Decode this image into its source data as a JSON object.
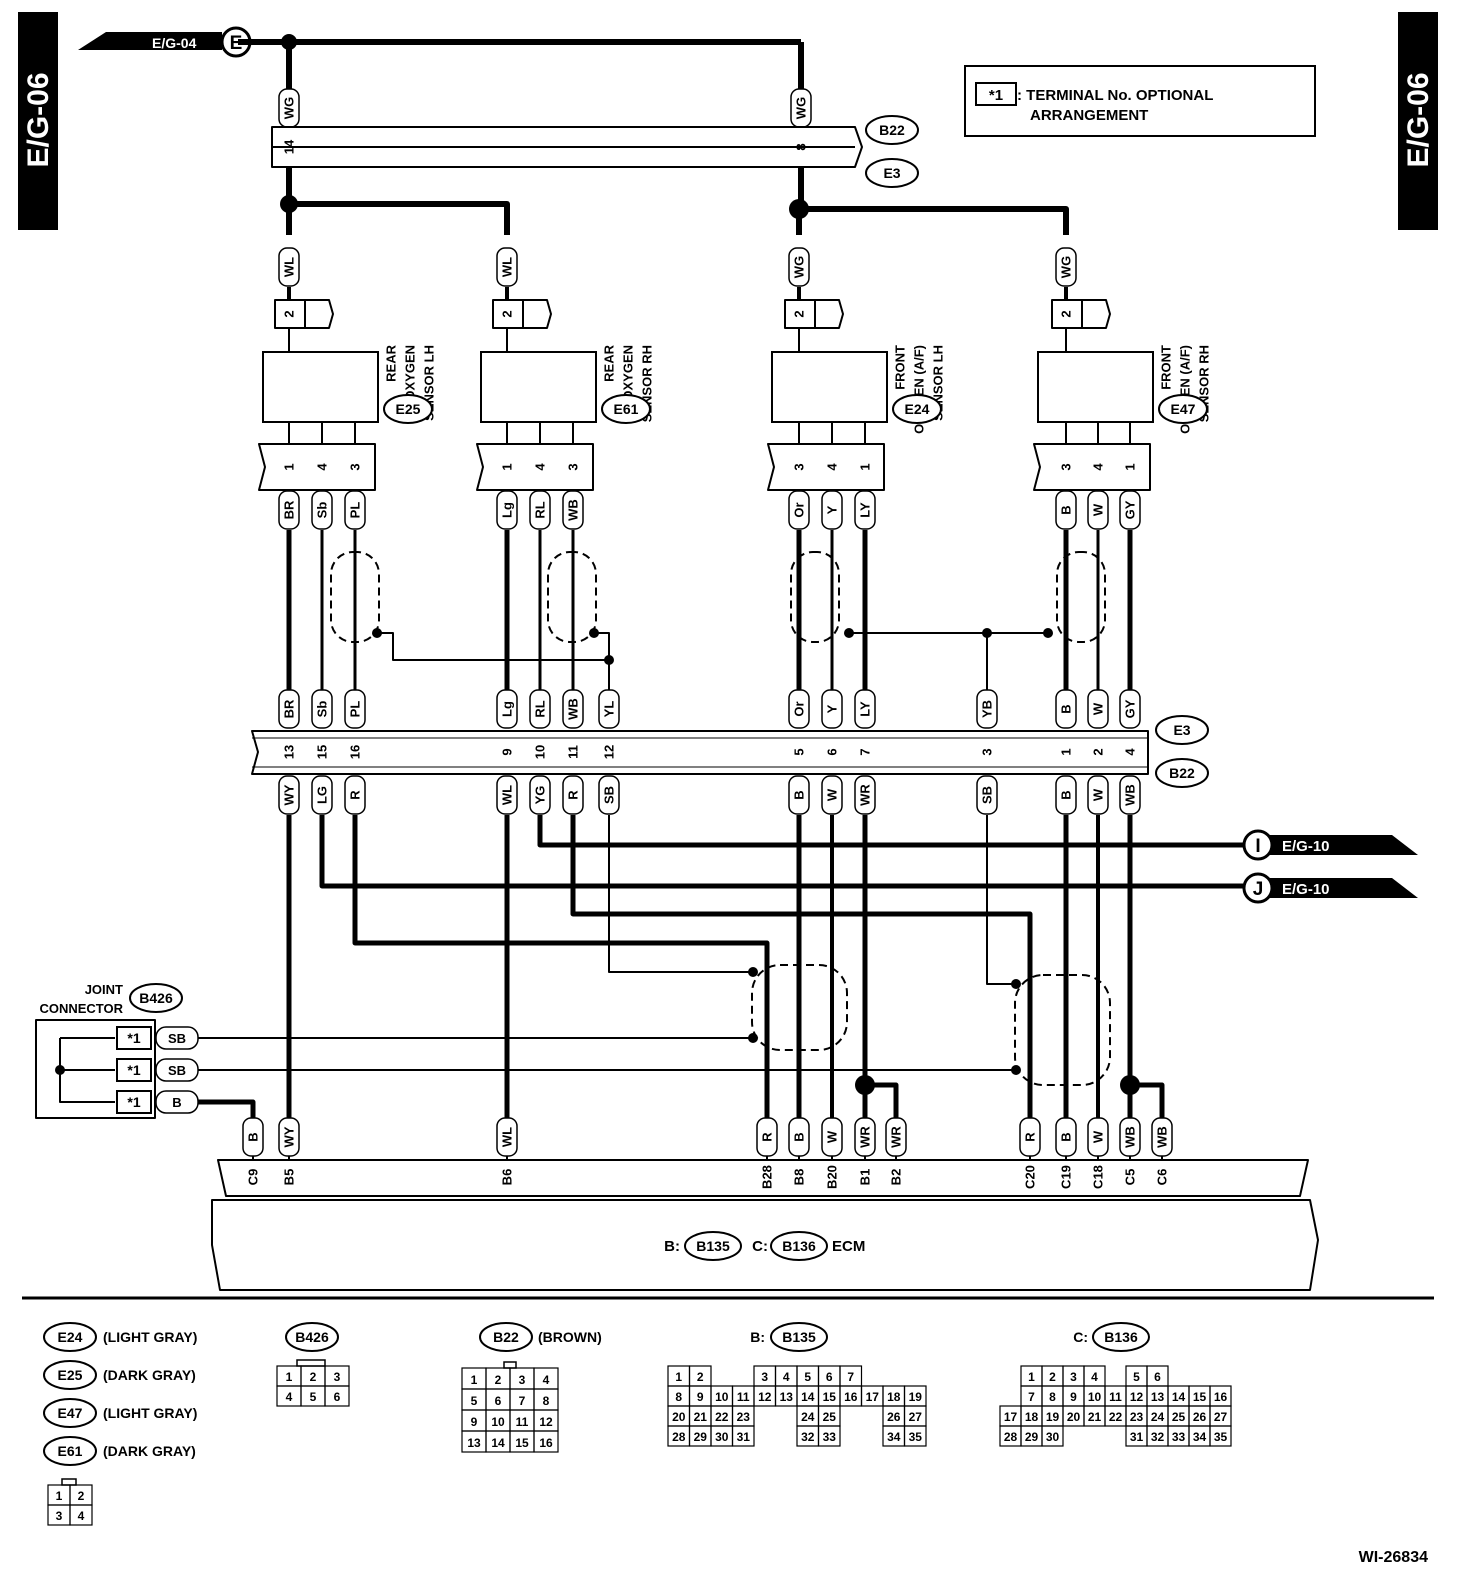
{
  "page_tag": "E/G-06",
  "ref_id": "WI-26834",
  "incoming": {
    "label": "E/G-04",
    "letter": "E"
  },
  "outgoing": [
    {
      "label": "E/G-10",
      "letter": "I"
    },
    {
      "label": "E/G-10",
      "letter": "J"
    }
  ],
  "note": {
    "mark": "*1",
    "text": ": TERMINAL No. OPTIONAL",
    "text2": "ARRANGEMENT"
  },
  "connectors": {
    "b22": "B22",
    "e3": "E3",
    "e25": "E25",
    "e61": "E61",
    "e24": "E24",
    "e47": "E47",
    "b426": "B426",
    "b135": "B135",
    "b136": "B136"
  },
  "sensors": [
    {
      "lines": [
        "REAR",
        "OXYGEN",
        "SENSOR LH"
      ]
    },
    {
      "lines": [
        "REAR",
        "OXYGEN",
        "SENSOR RH"
      ]
    },
    {
      "lines": [
        "FRONT",
        "OXYGEN (A/F)",
        "SENSOR LH"
      ]
    },
    {
      "lines": [
        "FRONT",
        "OXYGEN (A/F)",
        "SENSOR RH"
      ]
    }
  ],
  "top_wires": {
    "wg": "WG",
    "wl": "WL",
    "pin14": "14",
    "pin8": "8",
    "pin2": "2"
  },
  "sensor_pins": [
    {
      "p": [
        "1",
        "4",
        "3"
      ],
      "c": [
        "BR",
        "Sb",
        "PL"
      ]
    },
    {
      "p": [
        "1",
        "4",
        "3"
      ],
      "c": [
        "Lg",
        "RL",
        "WB"
      ]
    },
    {
      "p": [
        "3",
        "4",
        "1"
      ],
      "c": [
        "Or",
        "Y",
        "LY"
      ]
    },
    {
      "p": [
        "3",
        "4",
        "1"
      ],
      "c": [
        "B",
        "W",
        "GY"
      ]
    }
  ],
  "mid_top_colors": [
    "BR",
    "Sb",
    "PL",
    "Lg",
    "RL",
    "WB",
    "YL",
    "Or",
    "Y",
    "LY",
    "YB",
    "B",
    "W",
    "GY"
  ],
  "mid_pins": [
    "13",
    "15",
    "16",
    "9",
    "10",
    "11",
    "12",
    "5",
    "6",
    "7",
    "3",
    "1",
    "2",
    "4"
  ],
  "mid_bottom_colors": [
    "WY",
    "LG",
    "R",
    "WL",
    "YG",
    "R",
    "SB",
    "B",
    "W",
    "WR",
    "SB",
    "B",
    "W",
    "WB"
  ],
  "joint": {
    "title1": "JOINT",
    "title2": "CONNECTOR",
    "mark": "*1",
    "wires": [
      "SB",
      "SB",
      "B"
    ]
  },
  "ecm_wires": [
    "B",
    "WY",
    "WL",
    "R",
    "B",
    "W",
    "WR",
    "WR",
    "R",
    "B",
    "W",
    "WB",
    "WB"
  ],
  "ecm_pins": [
    "C9",
    "B5",
    "B6",
    "B28",
    "B8",
    "B20",
    "B1",
    "B2",
    "C20",
    "C19",
    "C18",
    "C5",
    "C6"
  ],
  "ecm": {
    "b_prefix": "B:",
    "c_prefix": "C:",
    "name": "ECM"
  },
  "legend": [
    {
      "id": "E24",
      "color": "(LIGHT GRAY)"
    },
    {
      "id": "E25",
      "color": "(DARK GRAY)"
    },
    {
      "id": "E47",
      "color": "(LIGHT GRAY)"
    },
    {
      "id": "E61",
      "color": "(DARK GRAY)"
    }
  ],
  "b22_color": "(BROWN)",
  "face_prefixes": {
    "b": "B:",
    "c": "C:"
  },
  "faces": {
    "sensor": [
      [
        "1",
        "2"
      ],
      [
        "3",
        "4"
      ]
    ],
    "b426": [
      [
        "1",
        "2",
        "3"
      ],
      [
        "4",
        "5",
        "6"
      ]
    ],
    "b22": [
      [
        "1",
        "2",
        "3",
        "4"
      ],
      [
        "5",
        "6",
        "7",
        "8"
      ],
      [
        "9",
        "10",
        "11",
        "12"
      ],
      [
        "13",
        "14",
        "15",
        "16"
      ]
    ],
    "b135": [
      [
        "1",
        "2",
        "",
        "",
        "3",
        "4",
        "5",
        "6",
        "7"
      ],
      [
        "8",
        "9",
        "10",
        "11",
        "12",
        "13",
        "14",
        "15",
        "16",
        "17",
        "18",
        "19"
      ],
      [
        "20",
        "21",
        "22",
        "23",
        "",
        "",
        "24",
        "25",
        "",
        "",
        "26",
        "27"
      ],
      [
        "28",
        "29",
        "30",
        "31",
        "",
        "",
        "32",
        "33",
        "",
        "",
        "34",
        "35"
      ]
    ],
    "b136": [
      [
        "",
        "1",
        "2",
        "3",
        "4",
        "",
        "5",
        "6"
      ],
      [
        "",
        "7",
        "8",
        "9",
        "10",
        "11",
        "12",
        "13",
        "14",
        "15",
        "16"
      ],
      [
        "17",
        "18",
        "19",
        "20",
        "21",
        "22",
        "23",
        "24",
        "25",
        "26",
        "27"
      ],
      [
        "28",
        "29",
        "30",
        "",
        "",
        "",
        "31",
        "32",
        "33",
        "34",
        "35"
      ]
    ]
  }
}
